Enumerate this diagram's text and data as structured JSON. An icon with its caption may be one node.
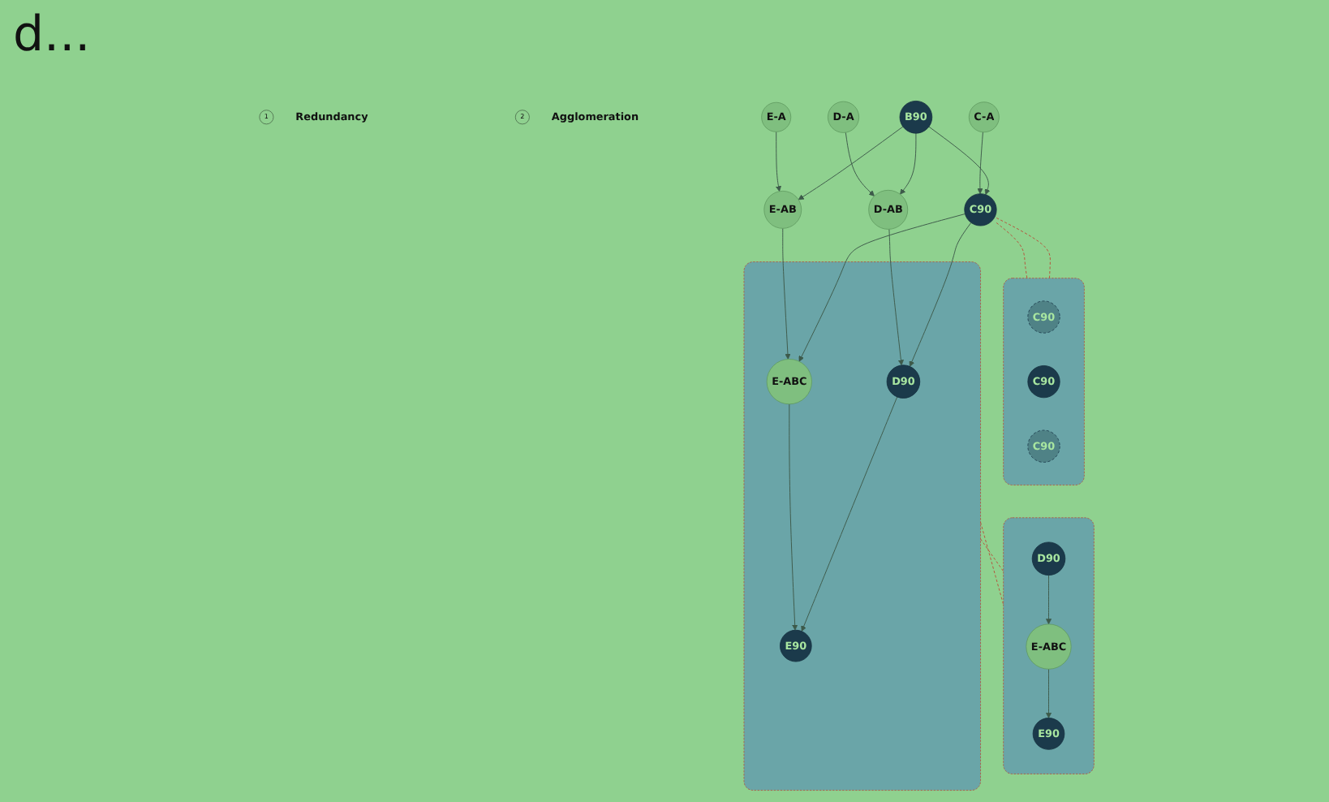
{
  "diagram": {
    "nodes": [
      {
        "text": [
          "B90"
        ]
      },
      {
        "text": [
          "C-A"
        ]
      },
      {
        "text": [
          "D-A"
        ]
      },
      {
        "text": [
          "E-A"
        ]
      },
      {
        "text": [
          "2"
        ],
        "beside": [
          "Agglomeration"
        ]
      },
      {
        "text": [
          "C90"
        ]
      },
      {
        "text": [
          "D-AB"
        ]
      },
      {
        "text": [
          "E-AB"
        ]
      },
      {
        "text": [],
        "shape": "box"
      },
      {
        "text": [
          "D90"
        ],
        "in": 8
      },
      {
        "text": [
          "E-ABC"
        ],
        "in": 8
      },
      {
        "text": [
          "E90"
        ],
        "in": 8
      },
      {
        "text": [],
        "shape": "box"
      },
      {
        "text": [
          "C90"
        ],
        "in": 12
      },
      {
        "text": [
          "C90"
        ],
        "in": 12
      },
      {
        "text": [
          "C90"
        ],
        "in": 12
      },
      {
        "text": [],
        "shape": "box"
      },
      {
        "text": [
          "D90"
        ],
        "in": 16
      },
      {
        "text": [
          "E-ABC"
        ],
        "in": 16
      },
      {
        "text": [
          "E90"
        ],
        "in": 16
      },
      {
        "text": [
          "1"
        ],
        "beside": [
          "Redundancy"
        ]
      }
    ],
    "edges": [
      {
        "from": 0,
        "to": 5,
        "arrow": "to"
      },
      {
        "from": 0,
        "to": 6,
        "arrow": "to"
      },
      {
        "from": 0,
        "to": 7,
        "arrow": "to"
      },
      {
        "from": 1,
        "to": 5,
        "arrow": "to"
      },
      {
        "from": 2,
        "to": 6,
        "arrow": "to"
      },
      {
        "from": 3,
        "to": 7,
        "arrow": "to"
      },
      {
        "from": 5,
        "to": 17,
        "arrow": "to"
      },
      {
        "from": 5,
        "to": 18,
        "arrow": "to"
      },
      {
        "from": 6,
        "to": 17,
        "arrow": "to"
      },
      {
        "from": 7,
        "to": 18,
        "arrow": "to"
      },
      {
        "from": 17,
        "to": 19,
        "arrow": "to"
      },
      {
        "from": 18,
        "to": 19,
        "arrow": "to"
      },
      {
        "from": 9,
        "to": 10,
        "arrow": "to"
      },
      {
        "from": 10,
        "to": 11,
        "arrow": "to"
      },
      {
        "from": 5,
        "to": 12,
        "arrow": "none",
        "style": "dashed",
        "color": "#b5533c"
      },
      {
        "from": 5,
        "to": 12,
        "arrow": "none",
        "style": "dashed",
        "color": "#b5533c"
      },
      {
        "from": 16,
        "to": 8,
        "arrow": "none",
        "style": "dashed",
        "color": "#b5533c"
      },
      {
        "from": 16,
        "to": 8,
        "arrow": "none",
        "style": "dashed",
        "color": "#b5533c"
      }
    ],
    "labels": [
      "d..."
    ]
  }
}
